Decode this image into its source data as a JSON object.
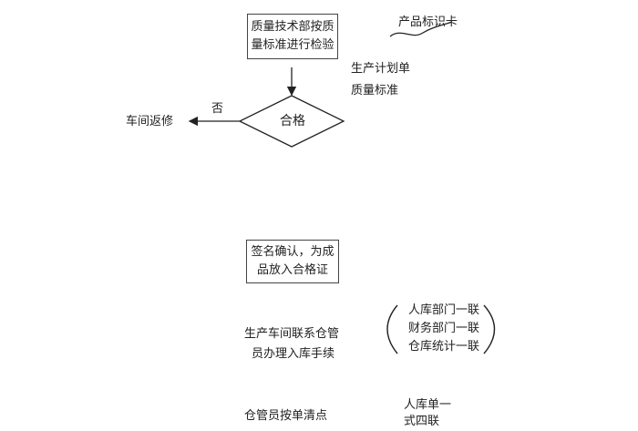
{
  "flow": {
    "inspection_box": {
      "line1": "质量技术部按质",
      "line2": "量标准进行检验"
    },
    "decision": {
      "label": "合格",
      "no_label": "否"
    },
    "rework": "车间返修",
    "sign_box": {
      "line1": "签名确认，为成",
      "line2": "品放入合格证"
    },
    "stockin_step": {
      "line1": "生产车间联系仓管",
      "line2": "员办理入库手续"
    },
    "last_step": "仓管员按单清点"
  },
  "documents": {
    "product_card": "产品标识卡",
    "plan_docs": [
      "生产计划单",
      "质量标准"
    ],
    "copies": [
      "人库部门一联",
      "财务部门一联",
      "仓库统计一联"
    ],
    "receipt": {
      "line1": "人库单一",
      "line2": "式四联"
    }
  },
  "colors": {
    "line": "#222222",
    "text": "#222222"
  }
}
